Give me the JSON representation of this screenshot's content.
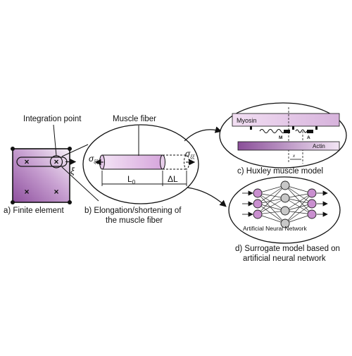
{
  "panel_a": {
    "integration_point_label": "Integration point",
    "caption": "a) Finite element",
    "xi_symbol": "ξ",
    "gauss_marker": "×"
  },
  "panel_b": {
    "muscle_fiber_label": "Muscle fiber",
    "caption_line1": "b) Elongation/shortening of",
    "caption_line2": "the muscle fiber",
    "sigma_left": "σ",
    "sigma_right": "σ",
    "sigma_sub": "ξξ",
    "length_label": "L",
    "length_sub": "0",
    "delta_label": "ΔL"
  },
  "panel_c": {
    "myosin_label": "Myosin",
    "actin_label": "Actin",
    "m_label": "M",
    "a_label": "A",
    "x_label": "x",
    "caption": "c) Huxley muscle model"
  },
  "panel_d": {
    "ann_label": "Artificial Neural Network",
    "caption_line1": "d) Surrogate model based on",
    "caption_line2": "artificial neural network"
  },
  "colors": {
    "element_fill_dark": "#9a5aa8",
    "element_fill_light": "#efe4f2",
    "fiber_fill": "#e6c6ea",
    "myosin_fill": "#e8cdea",
    "actin_fill": "#a874b4",
    "neuron_input": "#c98fcf",
    "neuron_hidden": "#c8c8c8"
  }
}
